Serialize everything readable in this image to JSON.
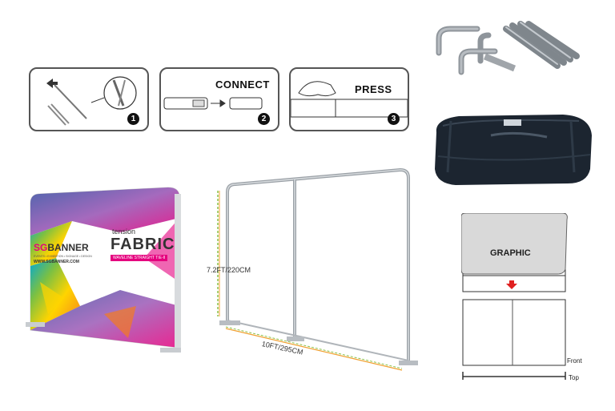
{
  "instructions": {
    "steps": [
      {
        "title": "",
        "number": "1"
      },
      {
        "title": "CONNECT",
        "number": "2"
      },
      {
        "title": "PRESS",
        "number": "3"
      }
    ]
  },
  "frame": {
    "height_label": "7.2FT/220CM",
    "width_label": "10FT/295CM"
  },
  "banner": {
    "brand_sg": "SG",
    "brand_name": "BANNER",
    "brand_tagline": "EVENTS • EXHIBITION • SIGNAGE • DESIGN",
    "brand_url": "WWW.SGBANNER.COM",
    "product_small": "tension",
    "product_big": "FABRIC",
    "product_sub": "WAVELINE STRAIGHT TIE-II"
  },
  "install_diagram": {
    "graphic_label": "GRAPHIC",
    "front_label": "Front",
    "top_label": "Top"
  },
  "colors": {
    "brand_magenta": "#e5007e",
    "dim_green": "#8bc34a",
    "dim_orange": "#f0a030",
    "arrow_red": "#e02020",
    "bag_dark": "#1c2530"
  }
}
